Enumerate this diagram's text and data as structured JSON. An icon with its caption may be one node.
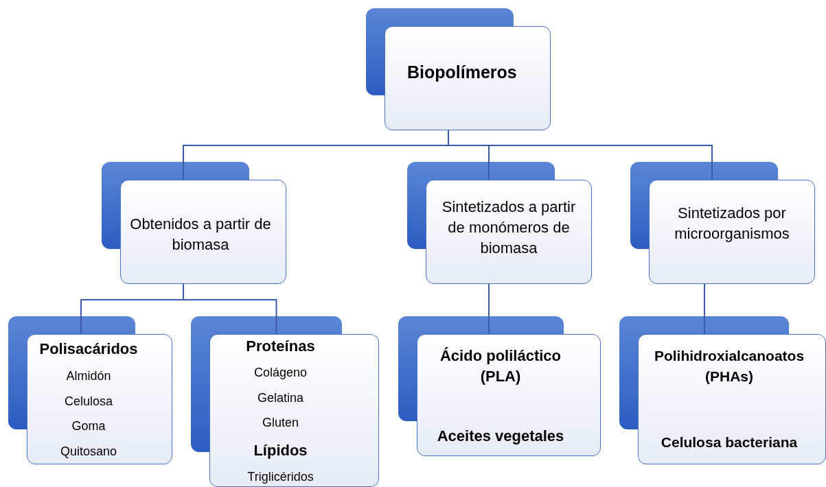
{
  "diagram": {
    "nodes": [
      {
        "text": [
          "Biopolímeros"
        ]
      },
      {
        "text": [
          "Obtenidos a partir de biomasa"
        ]
      },
      {
        "text": [
          "Sintetizados a partir de monómeros de biomasa"
        ]
      },
      {
        "text": [
          "Sintetizados por microorganismos"
        ]
      },
      {
        "text": [
          "Polisacáridos",
          "Almidón",
          "Celulosa",
          "Goma",
          "Quitosano"
        ]
      },
      {
        "text": [
          "Proteínas",
          "Colágeno",
          "Gelatina",
          "Gluten",
          "Lípidos",
          "Triglicéridos"
        ]
      },
      {
        "text": [
          "Ácido poliláctico (PLA)",
          "Aceites vegetales"
        ]
      },
      {
        "text": [
          "Polihidroxialcanoatos (PHAs)",
          "Celulosa bacteriana"
        ]
      }
    ],
    "edges": [
      {
        "from": 0,
        "to": 1,
        "arrow": "none"
      },
      {
        "from": 0,
        "to": 2,
        "arrow": "none"
      },
      {
        "from": 0,
        "to": 3,
        "arrow": "none"
      },
      {
        "from": 1,
        "to": 4,
        "arrow": "none"
      },
      {
        "from": 1,
        "to": 5,
        "arrow": "none"
      },
      {
        "from": 2,
        "to": 6,
        "arrow": "none"
      },
      {
        "from": 3,
        "to": 7,
        "arrow": "none"
      }
    ]
  }
}
